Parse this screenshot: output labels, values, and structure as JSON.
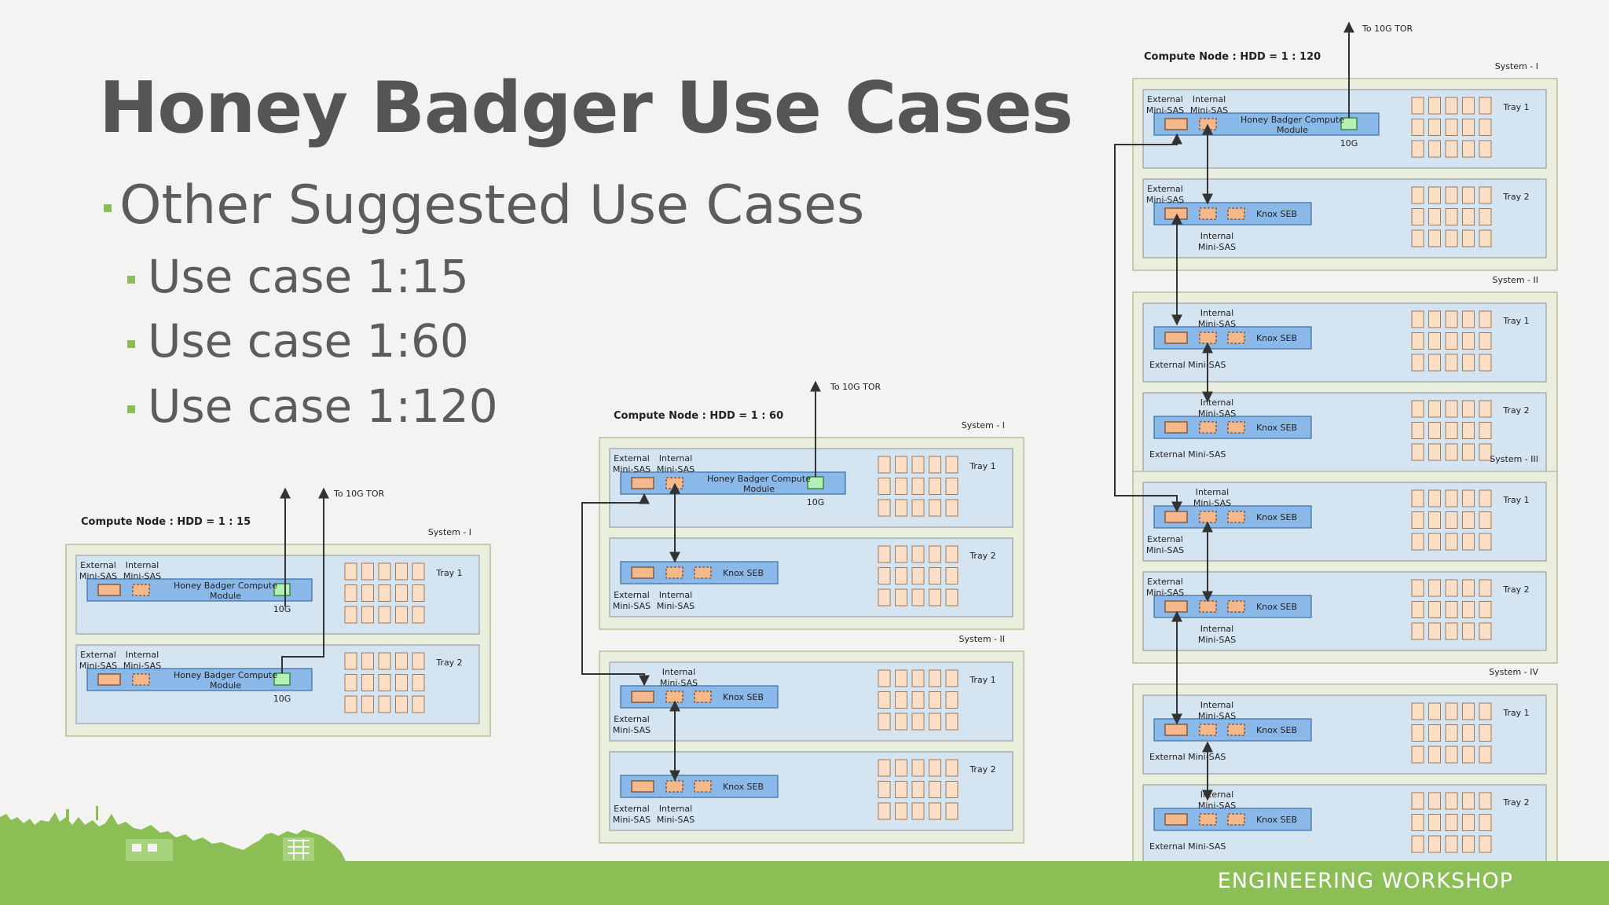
{
  "slide": {
    "title": "Honey Badger Use Cases",
    "bullet_main": "Other Suggested Use Cases",
    "sub_bullets": [
      "Use case 1:15",
      "Use case 1:60",
      "Use case 1:120"
    ],
    "footer": "ENGINEERING WORKSHOP"
  },
  "labels": {
    "ext": [
      "External",
      "Mini-SAS"
    ],
    "int": [
      "Internal",
      "Mini-SAS"
    ],
    "ext_one_line": "External Mini-SAS",
    "hb_module": [
      "Honey Badger Compute",
      "Module"
    ],
    "knox": "Knox SEB",
    "tenG": "10G",
    "tor": "To 10G TOR"
  },
  "colors": {
    "accent_green": "#8bbf56",
    "chassis_fill": "#eaeedd",
    "tray_fill": "#d4e4f1",
    "module_fill": "#8ab8e8",
    "port_fill": "#f5b88a",
    "disk_fill": "#fadfc6",
    "tenG_fill": "#b4f0b4"
  },
  "diagrams": [
    {
      "heading": "Compute Node : HDD = 1 : 15",
      "systems": [
        {
          "name": "System - I",
          "trays": [
            {
              "name": "Tray 1",
              "type": "hb"
            },
            {
              "name": "Tray 2",
              "type": "hb"
            }
          ]
        }
      ]
    },
    {
      "heading": "Compute Node : HDD = 1 : 60",
      "systems": [
        {
          "name": "System - I",
          "trays": [
            {
              "name": "Tray 1",
              "type": "hb"
            },
            {
              "name": "Tray 2",
              "type": "knox"
            }
          ]
        },
        {
          "name": "System - II",
          "trays": [
            {
              "name": "Tray 1",
              "type": "knox"
            },
            {
              "name": "Tray 2",
              "type": "knox"
            }
          ]
        }
      ]
    },
    {
      "heading": "Compute Node : HDD = 1 : 120",
      "systems": [
        {
          "name": "System - I",
          "trays": [
            {
              "name": "Tray 1",
              "type": "hb"
            },
            {
              "name": "Tray 2",
              "type": "knox"
            }
          ]
        },
        {
          "name": "System - II",
          "trays": [
            {
              "name": "Tray 1",
              "type": "knox"
            },
            {
              "name": "Tray 2",
              "type": "knox"
            }
          ]
        },
        {
          "name": "System - III",
          "trays": [
            {
              "name": "Tray 1",
              "type": "knox"
            },
            {
              "name": "Tray 2",
              "type": "knox"
            }
          ]
        },
        {
          "name": "System - IV",
          "trays": [
            {
              "name": "Tray 1",
              "type": "knox"
            },
            {
              "name": "Tray 2",
              "type": "knox"
            }
          ]
        }
      ]
    }
  ]
}
